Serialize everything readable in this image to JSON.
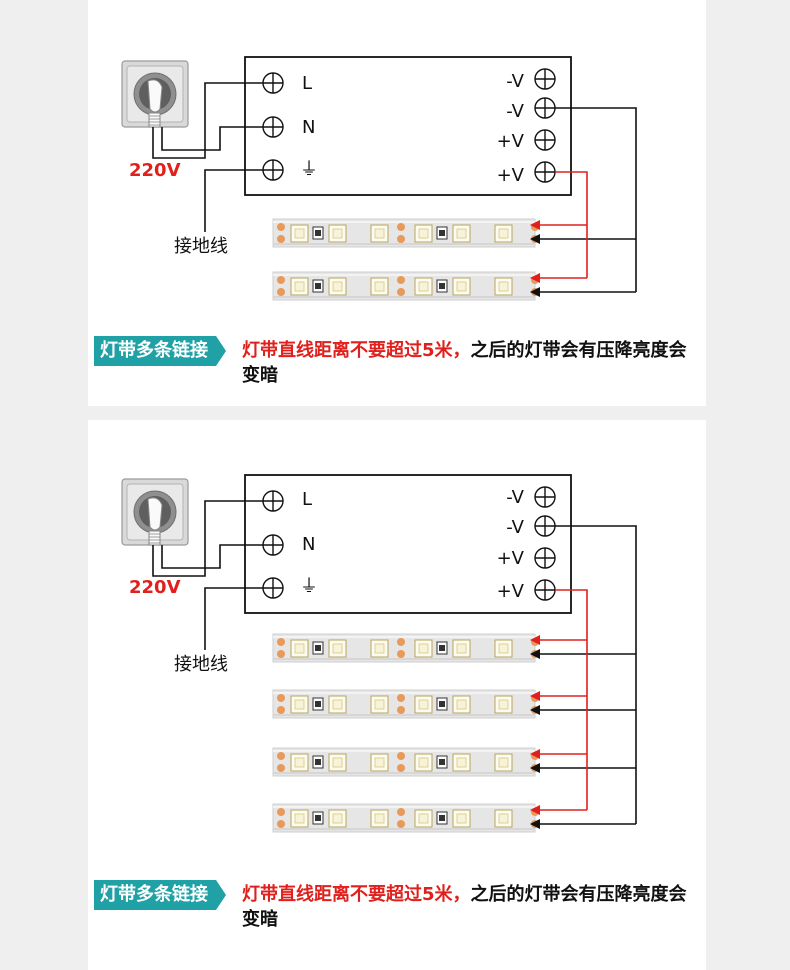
{
  "diagrams": [
    {
      "strip_count": 2,
      "terminals_left": [
        "L",
        "N",
        "⏚"
      ],
      "terminals_right": [
        "-V",
        "-V",
        "+V",
        "+V"
      ],
      "voltage": "220V",
      "ground": "接地线",
      "caption_tag": "灯带多条链接",
      "caption_red": "灯带直线距离不要超过5米，",
      "caption_black": "之后的灯带会有压降亮度会变暗"
    },
    {
      "strip_count": 4,
      "terminals_left": [
        "L",
        "N",
        "⏚"
      ],
      "terminals_right": [
        "-V",
        "-V",
        "+V",
        "+V"
      ],
      "voltage": "220V",
      "ground": "接地线",
      "caption_tag": "灯带多条链接",
      "caption_red": "灯带直线距离不要超过5米，",
      "caption_black": "之后的灯带会有压降亮度会变暗"
    }
  ],
  "colors": {
    "wire_black": "#111111",
    "wire_red": "#e0201c",
    "tag": "#1fa1a6",
    "strip": "#e6e6e6",
    "led_orange": "#e89a5a"
  }
}
